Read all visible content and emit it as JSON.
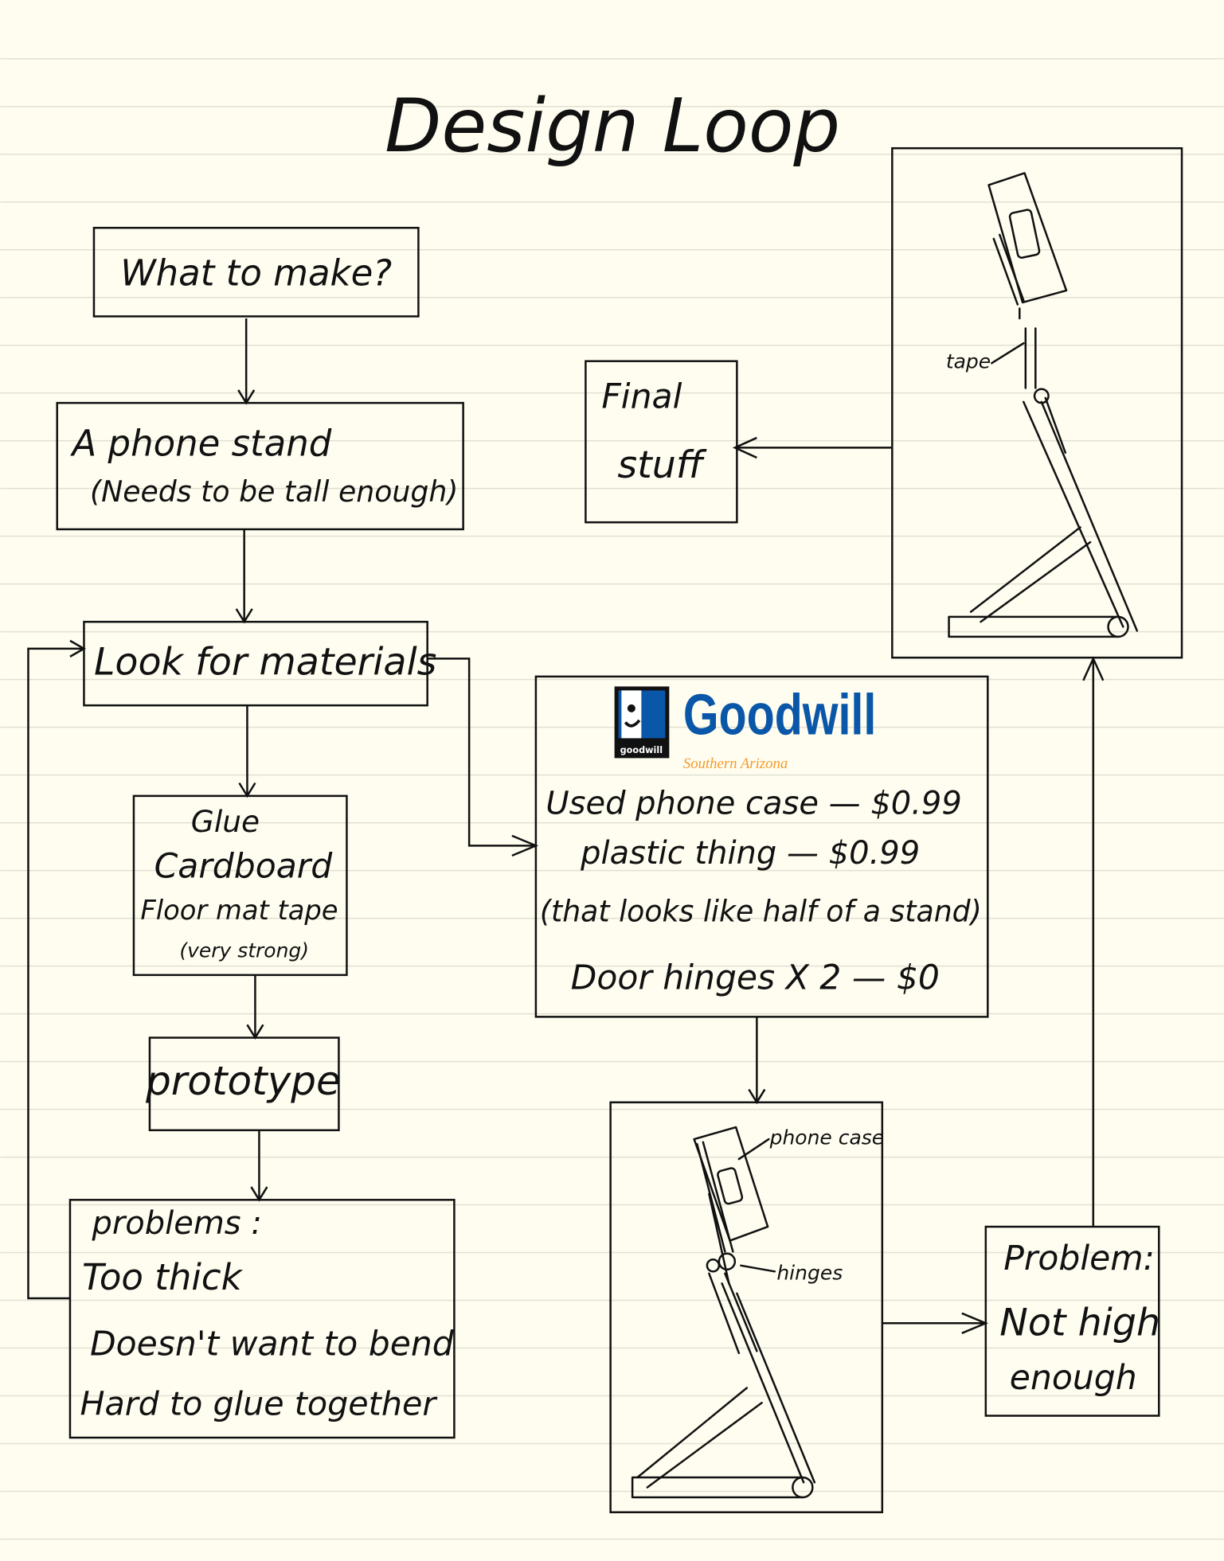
{
  "title": "Design Loop",
  "colors": {
    "paper": "#fefdf0",
    "rule": "#e2e0d2",
    "ink": "#111111",
    "goodwill_blue": "#0a56a8",
    "goodwill_orange": "#f59a2b"
  },
  "steps": {
    "what_to_make": "What to make?",
    "phone_stand": {
      "line1": "A phone stand",
      "line2": "(Needs to be tall enough)"
    },
    "look_for_materials": "Look for materials",
    "materials": {
      "line1": "Glue",
      "line2": "Cardboard",
      "line3": "Floor mat tape",
      "line4": "(very strong)"
    },
    "prototype": "prototype",
    "problems": {
      "heading": "problems :",
      "items": [
        "Too thick",
        "Doesn't want to bend",
        "Hard to glue together"
      ]
    },
    "goodwill": {
      "logo_word": "Goodwill",
      "logo_small": "goodwill",
      "logo_sub": "Southern Arizona",
      "items": [
        "Used phone case — $0.99",
        "plastic thing — $0.99",
        "(that looks like half of a stand)",
        "Door hinges X 2 — $0"
      ]
    },
    "sketch1_labels": {
      "phone_case": "phone case",
      "hinges": "hinges"
    },
    "problem2": {
      "line1": "Problem:",
      "line2": "Not high",
      "line3": "enough"
    },
    "sketch2_labels": {
      "tape": "tape"
    },
    "final": {
      "line1": "Final",
      "line2": "stuff"
    }
  }
}
